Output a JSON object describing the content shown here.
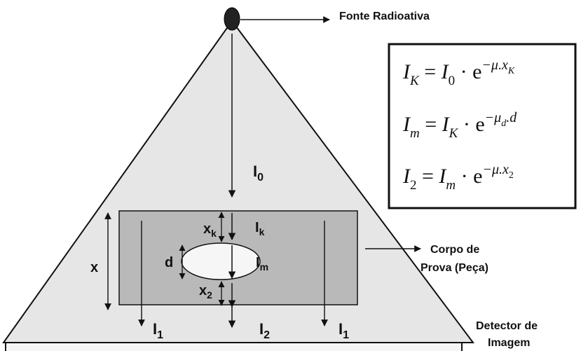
{
  "labels": {
    "source": "Fonte Radioativa",
    "specimen_line1": "Corpo de",
    "specimen_line2": "Prova (Peça)",
    "detector_line1": "Detector de",
    "detector_line2": "Imagem"
  },
  "symbols": {
    "I0_base": "I",
    "I0_sub": "0",
    "Ik_base": "I",
    "Ik_sub": "k",
    "Im_base": "I",
    "Im_sub": "m",
    "I1_base": "I",
    "I1_sub": "1",
    "I2_base": "I",
    "I2_sub": "2",
    "x": "x",
    "xk_base": "x",
    "xk_sub": "k",
    "x2_base": "x",
    "x2_sub": "2",
    "d": "d"
  },
  "equations": [
    {
      "lhs": "I",
      "lhs_sub": "K",
      "eq": " = ",
      "r1": "I",
      "r1_sub": "0",
      "dot": " · e",
      "exp": "−μ.x",
      "exp_sub": "K"
    },
    {
      "lhs": "I",
      "lhs_sub": "m",
      "eq": " = ",
      "r1": "I",
      "r1_sub": "K",
      "dot": " · e",
      "exp": "−μ",
      "exp_sub": "d",
      "exp_tail": ".d"
    },
    {
      "lhs": "I",
      "lhs_sub": "2",
      "eq": " = ",
      "r1": "I",
      "r1_sub": "m",
      "dot": " · e",
      "exp": "−μ.x",
      "exp_sub": "2"
    }
  ]
}
